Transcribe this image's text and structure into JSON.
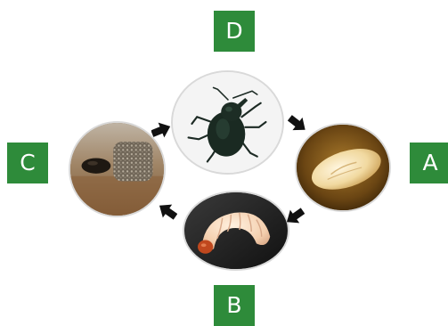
{
  "diagram": {
    "stages": [
      {
        "label": "D",
        "subject": "adult weevil"
      },
      {
        "label": "A",
        "subject": "pupa"
      },
      {
        "label": "B",
        "subject": "larva"
      },
      {
        "label": "C",
        "subject": "cocoon"
      }
    ],
    "colors": {
      "label_box": "#2e8b3a",
      "arrow": "#111111",
      "background": "#ffffff"
    }
  }
}
